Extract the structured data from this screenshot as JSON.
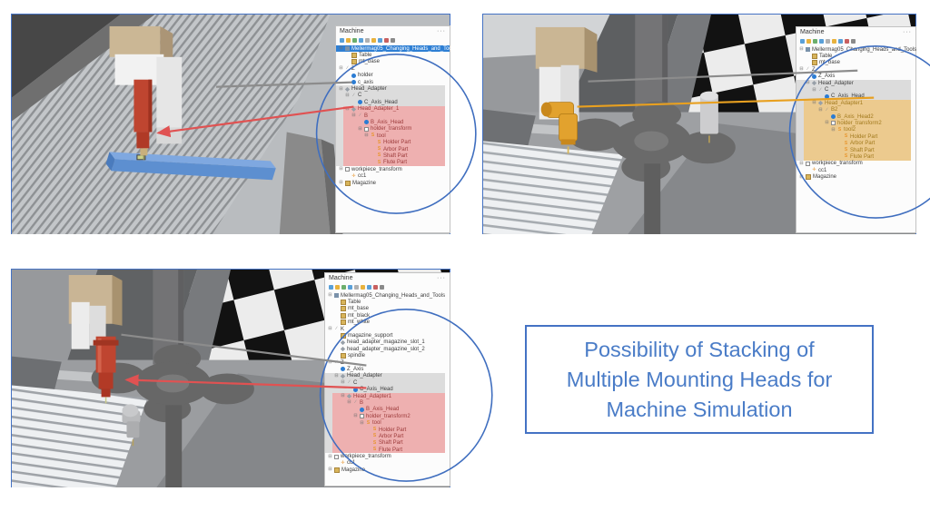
{
  "colors": {
    "accent_blue": "#4472c4",
    "headline_blue": "#4a7cc7",
    "selected_blue": "#2e7fd4",
    "hl_grey": "#dcdcdc",
    "hl_pink": "#eeb0b0",
    "hl_orange": "#ecca8e",
    "arrow_red": "#e05252",
    "arrow_orange": "#e8a020",
    "arrow_grey": "#8c8c8c"
  },
  "headline": {
    "full_text": "Possibility of Stacking of Multiple Mounting Heads for Machine Simulation",
    "lines": [
      "Possibility of Stacking of",
      "Multiple Mounting Heads for",
      "Machine Simulation"
    ]
  },
  "panels": [
    {
      "name": "top-left",
      "tree": {
        "title": "Machine",
        "menu": "···",
        "toolbar_icon_colors": [
          "#5aa0d8",
          "#e8b23d",
          "#6cae6c",
          "#5aa0d8",
          "#b0b0b0",
          "#e8b23d",
          "#5aa0d8",
          "#c86060",
          "#8a8a8a"
        ],
        "rows": [
          {
            "label": "Mellermag05_Changing_Heads_and_Tools",
            "level": 0,
            "icon": "root",
            "hl": "selected",
            "exp": true
          },
          {
            "label": "Table",
            "level": 1,
            "icon": "comp"
          },
          {
            "label": "mt_base",
            "level": 1,
            "icon": "comp"
          },
          {
            "label": "Z",
            "level": 0,
            "icon": "cs",
            "exp": true
          },
          {
            "label": "holder",
            "level": 1,
            "icon": "axis"
          },
          {
            "label": "c_axis",
            "level": 1,
            "icon": "axis"
          },
          {
            "label": "Head_Adapter",
            "level": 0,
            "icon": "adapter",
            "hl": "grey",
            "exp": true
          },
          {
            "label": "C",
            "level": 1,
            "icon": "cs",
            "hl": "grey",
            "exp": true
          },
          {
            "label": "C_Axis_Head",
            "level": 2,
            "icon": "axis",
            "hl": "grey"
          },
          {
            "label": "Head_Adapter_1",
            "level": 1,
            "icon": "adapter",
            "hl": "pink",
            "exp": true
          },
          {
            "label": "B",
            "level": 2,
            "icon": "cs",
            "hl": "pink",
            "exp": true
          },
          {
            "label": "B_Axis_Head",
            "level": 3,
            "icon": "axis",
            "hl": "pink"
          },
          {
            "label": "holder_transform",
            "level": 3,
            "icon": "transform",
            "hl": "pink",
            "exp": true
          },
          {
            "label": "tool",
            "level": 4,
            "icon": "part",
            "hl": "pink",
            "exp": true
          },
          {
            "label": "Holder Part",
            "level": 5,
            "icon": "part",
            "hl": "pink"
          },
          {
            "label": "Arbor Part",
            "level": 5,
            "icon": "part",
            "hl": "pink"
          },
          {
            "label": "Shaft Part",
            "level": 5,
            "icon": "part",
            "hl": "pink"
          },
          {
            "label": "Flute Part",
            "level": 5,
            "icon": "part",
            "hl": "pink"
          },
          {
            "label": "workpiece_transform",
            "level": 0,
            "icon": "transform",
            "exp": true
          },
          {
            "label": "cc1",
            "level": 1,
            "icon": "cs2"
          },
          {
            "label": "Magazine",
            "level": 0,
            "icon": "comp",
            "exp": true
          }
        ]
      }
    },
    {
      "name": "top-right",
      "tree": {
        "title": "Machine",
        "menu": "···",
        "toolbar_icon_colors": [
          "#5aa0d8",
          "#e8b23d",
          "#6cae6c",
          "#5aa0d8",
          "#b0b0b0",
          "#e8b23d",
          "#5aa0d8",
          "#c86060",
          "#8a8a8a"
        ],
        "rows": [
          {
            "label": "Mellermag05_Changing_Heads_and_Tools",
            "level": 0,
            "icon": "root",
            "exp": true
          },
          {
            "label": "Table",
            "level": 1,
            "icon": "comp"
          },
          {
            "label": "mt_base",
            "level": 1,
            "icon": "comp"
          },
          {
            "label": "Z",
            "level": 0,
            "icon": "cs",
            "exp": true
          },
          {
            "label": "Z_Axis",
            "level": 1,
            "icon": "axis"
          },
          {
            "label": "Head_Adapter",
            "level": 1,
            "icon": "adapter",
            "hl": "grey",
            "exp": true
          },
          {
            "label": "C",
            "level": 2,
            "icon": "cs",
            "hl": "grey",
            "exp": true
          },
          {
            "label": "C_Axis_Head",
            "level": 3,
            "icon": "axis",
            "hl": "grey"
          },
          {
            "label": "Head_Adapter1",
            "level": 2,
            "icon": "adapter",
            "hl": "orange",
            "exp": true
          },
          {
            "label": "B2",
            "level": 3,
            "icon": "cs",
            "hl": "orange",
            "exp": true
          },
          {
            "label": "B_Axis_Head2",
            "level": 4,
            "icon": "axis",
            "hl": "orange"
          },
          {
            "label": "holder_transform2",
            "level": 4,
            "icon": "transform",
            "hl": "orange",
            "exp": true
          },
          {
            "label": "tool2",
            "level": 5,
            "icon": "part",
            "hl": "orange",
            "exp": true
          },
          {
            "label": "Holder Part",
            "level": 6,
            "icon": "part",
            "hl": "orange"
          },
          {
            "label": "Arbor Part",
            "level": 6,
            "icon": "part",
            "hl": "orange"
          },
          {
            "label": "Shaft Part",
            "level": 6,
            "icon": "part",
            "hl": "orange"
          },
          {
            "label": "Flute Part",
            "level": 6,
            "icon": "part",
            "hl": "orange"
          },
          {
            "label": "workpiece_transform",
            "level": 0,
            "icon": "transform",
            "exp": true
          },
          {
            "label": "cc1",
            "level": 1,
            "icon": "cs2"
          },
          {
            "label": "Magazine",
            "level": 0,
            "icon": "comp",
            "exp": true
          }
        ]
      }
    },
    {
      "name": "bottom-left",
      "tree": {
        "title": "Machine",
        "menu": "···",
        "toolbar_icon_colors": [
          "#5aa0d8",
          "#e8b23d",
          "#6cae6c",
          "#5aa0d8",
          "#b0b0b0",
          "#e8b23d",
          "#5aa0d8",
          "#c86060",
          "#8a8a8a"
        ],
        "rows": [
          {
            "label": "Mellermag05_Changing_Heads_and_Tools",
            "level": 0,
            "icon": "root",
            "exp": true
          },
          {
            "label": "Table",
            "level": 1,
            "icon": "comp"
          },
          {
            "label": "mt_base",
            "level": 1,
            "icon": "comp"
          },
          {
            "label": "mt_black",
            "level": 1,
            "icon": "comp"
          },
          {
            "label": "mt_white",
            "level": 1,
            "icon": "comp"
          },
          {
            "label": "K",
            "level": 0,
            "icon": "cs",
            "exp": true
          },
          {
            "label": "magazine_support",
            "level": 1,
            "icon": "comp"
          },
          {
            "label": "head_adapter_magazine_slot_1",
            "level": 1,
            "icon": "adapter"
          },
          {
            "label": "head_adapter_magazine_slot_2",
            "level": 1,
            "icon": "adapter"
          },
          {
            "label": "spindle",
            "level": 1,
            "icon": "comp"
          },
          {
            "label": "Z",
            "level": 0,
            "icon": "cs",
            "exp": true
          },
          {
            "label": "Z_Axis",
            "level": 1,
            "icon": "axis"
          },
          {
            "label": "Head_Adapter",
            "level": 1,
            "icon": "adapter",
            "hl": "grey",
            "exp": true
          },
          {
            "label": "C",
            "level": 2,
            "icon": "cs",
            "hl": "grey",
            "exp": true
          },
          {
            "label": "C_Axis_Head",
            "level": 3,
            "icon": "axis",
            "hl": "grey"
          },
          {
            "label": "Head_Adapter1",
            "level": 2,
            "icon": "adapter",
            "hl": "pink",
            "exp": true
          },
          {
            "label": "B",
            "level": 3,
            "icon": "cs",
            "hl": "pink",
            "exp": true
          },
          {
            "label": "B_Axis_Head",
            "level": 4,
            "icon": "axis",
            "hl": "pink"
          },
          {
            "label": "holder_transform2",
            "level": 4,
            "icon": "transform",
            "hl": "pink",
            "exp": true
          },
          {
            "label": "tool",
            "level": 5,
            "icon": "part",
            "hl": "pink",
            "exp": true
          },
          {
            "label": "Holder Part",
            "level": 6,
            "icon": "part",
            "hl": "pink"
          },
          {
            "label": "Arbor Part",
            "level": 6,
            "icon": "part",
            "hl": "pink"
          },
          {
            "label": "Shaft Part",
            "level": 6,
            "icon": "part",
            "hl": "pink"
          },
          {
            "label": "Flute Part",
            "level": 6,
            "icon": "part",
            "hl": "pink"
          },
          {
            "label": "workpiece_transform",
            "level": 0,
            "icon": "transform",
            "exp": true
          },
          {
            "label": "cc1",
            "level": 1,
            "icon": "cs2"
          },
          {
            "label": "Magazine",
            "level": 0,
            "icon": "comp",
            "exp": true
          }
        ]
      }
    }
  ]
}
